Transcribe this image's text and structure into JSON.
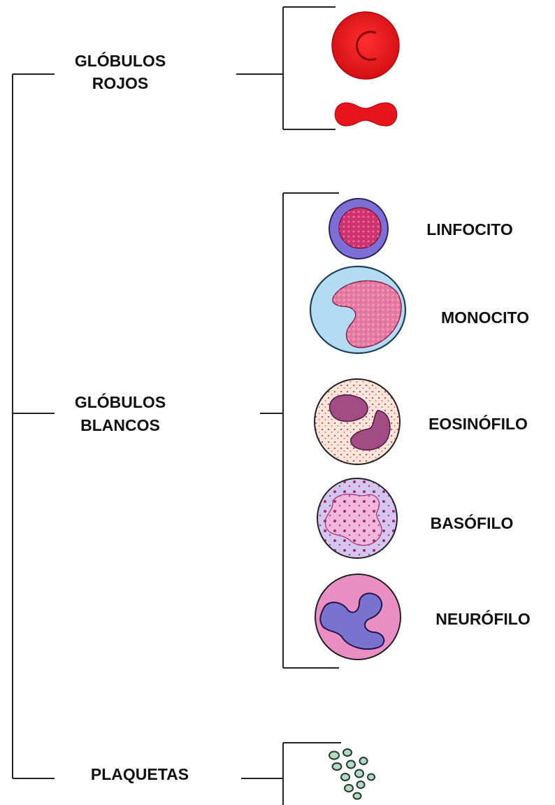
{
  "groups": {
    "red": {
      "line1": "GLÓBULOS",
      "line2": "ROJOS"
    },
    "white": {
      "line1": "GLÓBULOS",
      "line2": "BLANCOS"
    },
    "platelets": {
      "label": "PLAQUETAS"
    }
  },
  "cells": {
    "lymphocyte": "LINFOCITO",
    "monocyte": "MONOCITO",
    "eosinophil": "EOSINÓFILO",
    "basophil": "BASÓFILO",
    "neutrophil": "NEURÓFILO"
  },
  "colors": {
    "red_cell": "#e8141c",
    "cytoplasm_blue": "#b3dcf2",
    "nucleus_pink": "#e6759e",
    "nucleus_purple": "#a24c86",
    "nucleus_violet": "#7a72cf",
    "platelet": "#b8d8c6"
  }
}
